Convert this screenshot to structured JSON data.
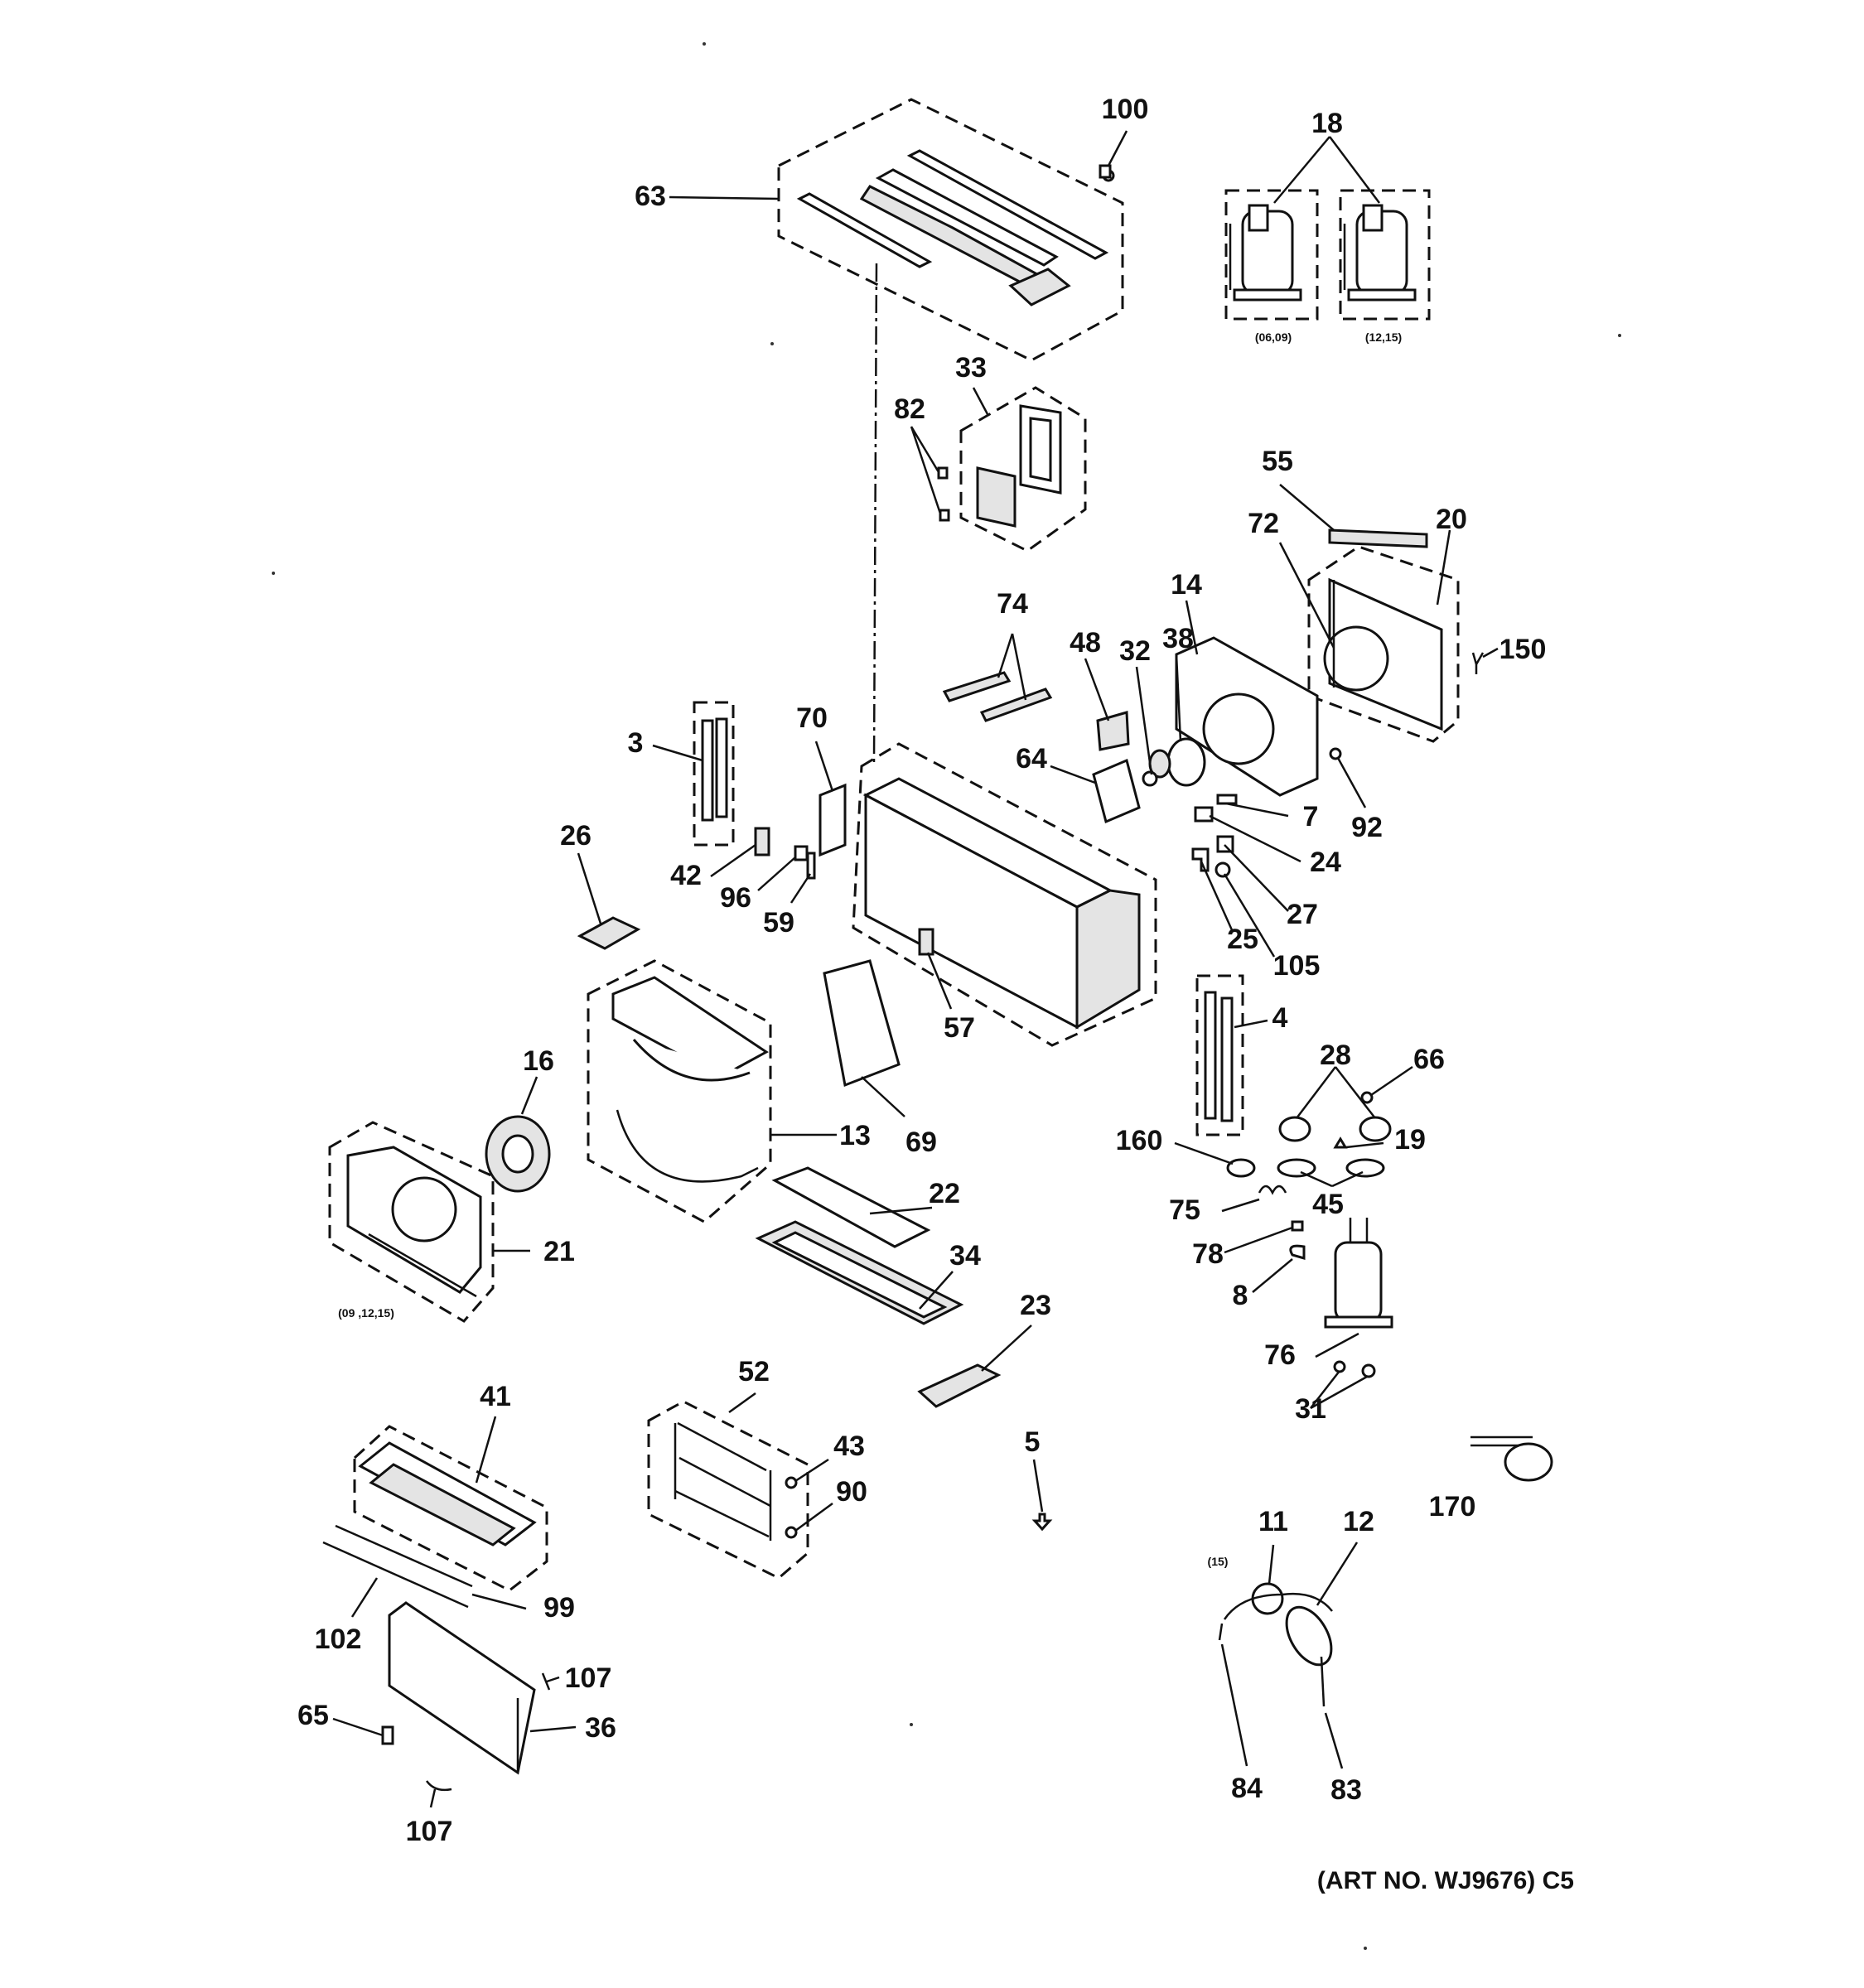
{
  "art_number": "(ART NO. WJ9676) C5",
  "callouts": [
    {
      "id": "100",
      "text": "100"
    },
    {
      "id": "18",
      "text": "18"
    },
    {
      "id": "63",
      "text": "63"
    },
    {
      "id": "33",
      "text": "33"
    },
    {
      "id": "82",
      "text": "82"
    },
    {
      "id": "55",
      "text": "55"
    },
    {
      "id": "72",
      "text": "72"
    },
    {
      "id": "20",
      "text": "20"
    },
    {
      "id": "14",
      "text": "14"
    },
    {
      "id": "150",
      "text": "150"
    },
    {
      "id": "74",
      "text": "74"
    },
    {
      "id": "48",
      "text": "48"
    },
    {
      "id": "32",
      "text": "32"
    },
    {
      "id": "38",
      "text": "38"
    },
    {
      "id": "3",
      "text": "3"
    },
    {
      "id": "70",
      "text": "70"
    },
    {
      "id": "64",
      "text": "64"
    },
    {
      "id": "7",
      "text": "7"
    },
    {
      "id": "92",
      "text": "92"
    },
    {
      "id": "24",
      "text": "24"
    },
    {
      "id": "26",
      "text": "26"
    },
    {
      "id": "42",
      "text": "42"
    },
    {
      "id": "96",
      "text": "96"
    },
    {
      "id": "59",
      "text": "59"
    },
    {
      "id": "27",
      "text": "27"
    },
    {
      "id": "25",
      "text": "25"
    },
    {
      "id": "105",
      "text": "105"
    },
    {
      "id": "57",
      "text": "57"
    },
    {
      "id": "4",
      "text": "4"
    },
    {
      "id": "16",
      "text": "16"
    },
    {
      "id": "28",
      "text": "28"
    },
    {
      "id": "66",
      "text": "66"
    },
    {
      "id": "13",
      "text": "13"
    },
    {
      "id": "69",
      "text": "69"
    },
    {
      "id": "160",
      "text": "160"
    },
    {
      "id": "19",
      "text": "19"
    },
    {
      "id": "45",
      "text": "45"
    },
    {
      "id": "22",
      "text": "22"
    },
    {
      "id": "75",
      "text": "75"
    },
    {
      "id": "21",
      "text": "21"
    },
    {
      "id": "34",
      "text": "34"
    },
    {
      "id": "78",
      "text": "78"
    },
    {
      "id": "8",
      "text": "8"
    },
    {
      "id": "23",
      "text": "23"
    },
    {
      "id": "76",
      "text": "76"
    },
    {
      "id": "52",
      "text": "52"
    },
    {
      "id": "41",
      "text": "41"
    },
    {
      "id": "31",
      "text": "31"
    },
    {
      "id": "43",
      "text": "43"
    },
    {
      "id": "5",
      "text": "5"
    },
    {
      "id": "90",
      "text": "90"
    },
    {
      "id": "170",
      "text": "170"
    },
    {
      "id": "11",
      "text": "11"
    },
    {
      "id": "12",
      "text": "12"
    },
    {
      "id": "99",
      "text": "99"
    },
    {
      "id": "102",
      "text": "102"
    },
    {
      "id": "107a",
      "text": "107"
    },
    {
      "id": "65",
      "text": "65"
    },
    {
      "id": "36",
      "text": "36"
    },
    {
      "id": "84",
      "text": "84"
    },
    {
      "id": "83",
      "text": "83"
    },
    {
      "id": "107b",
      "text": "107"
    }
  ],
  "model_notes": {
    "compressor_left": "(06,09)",
    "compressor_right": "(12,15)",
    "blower_housing": "(09 ,12,15)",
    "capillary": "(15)"
  }
}
